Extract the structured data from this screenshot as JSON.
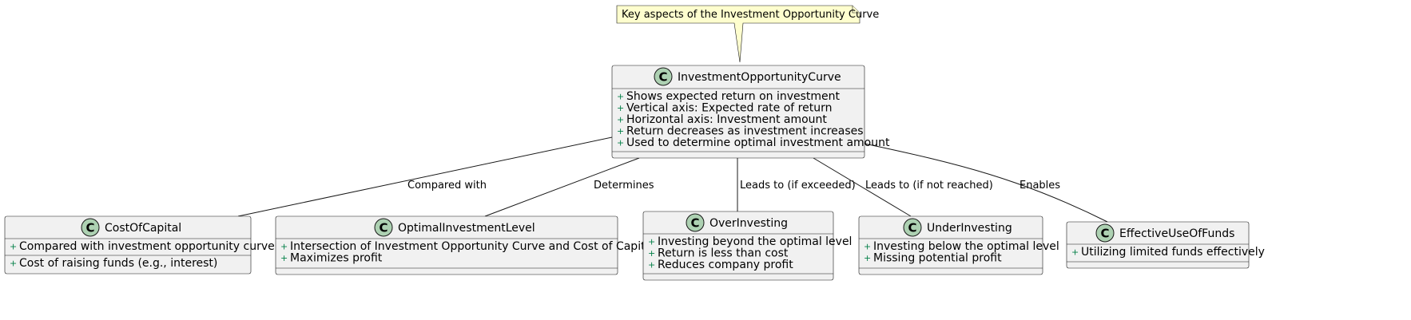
{
  "note": {
    "text": "Key aspects of the Investment Opportunity Curve"
  },
  "classes": {
    "ioc": {
      "name": "InvestmentOpportunityCurve",
      "badge": "C",
      "attributes": [
        {
          "vis": "+",
          "text": "Shows expected return on investment"
        },
        {
          "vis": "+",
          "text": "Vertical axis: Expected rate of return"
        },
        {
          "vis": "+",
          "text": "Horizontal axis: Investment amount"
        },
        {
          "vis": "+",
          "text": "Return decreases as investment increases"
        },
        {
          "vis": "+",
          "text": "Used to determine optimal investment amount"
        }
      ],
      "methods": []
    },
    "coc": {
      "name": "CostOfCapital",
      "badge": "C",
      "attributes": [
        {
          "vis": "+",
          "text": "Compared with investment opportunity curve"
        }
      ],
      "methods": [
        {
          "vis": "+",
          "text": "Cost of raising funds (e.g., interest)"
        }
      ]
    },
    "oil": {
      "name": "OptimalInvestmentLevel",
      "badge": "C",
      "attributes": [
        {
          "vis": "+",
          "text": "Intersection of Investment Opportunity Curve and Cost of Capital"
        },
        {
          "vis": "+",
          "text": "Maximizes profit"
        }
      ],
      "methods": []
    },
    "over": {
      "name": "OverInvesting",
      "badge": "C",
      "attributes": [
        {
          "vis": "+",
          "text": "Investing beyond the optimal level"
        },
        {
          "vis": "+",
          "text": "Return is less than cost"
        },
        {
          "vis": "+",
          "text": "Reduces company profit"
        }
      ],
      "methods": []
    },
    "under": {
      "name": "UnderInvesting",
      "badge": "C",
      "attributes": [
        {
          "vis": "+",
          "text": "Investing below the optimal level"
        },
        {
          "vis": "+",
          "text": "Missing potential profit"
        }
      ],
      "methods": []
    },
    "euf": {
      "name": "EffectiveUseOfFunds",
      "badge": "C",
      "attributes": [
        {
          "vis": "+",
          "text": "Utilizing limited funds effectively"
        }
      ],
      "methods": []
    }
  },
  "relations": [
    {
      "from": "ioc",
      "to": "coc",
      "label": "Compared with"
    },
    {
      "from": "ioc",
      "to": "oil",
      "label": "Determines"
    },
    {
      "from": "ioc",
      "to": "over",
      "label": "Leads to (if exceeded)"
    },
    {
      "from": "ioc",
      "to": "under",
      "label": "Leads to (if not reached)"
    },
    {
      "from": "ioc",
      "to": "euf",
      "label": "Enables"
    }
  ]
}
